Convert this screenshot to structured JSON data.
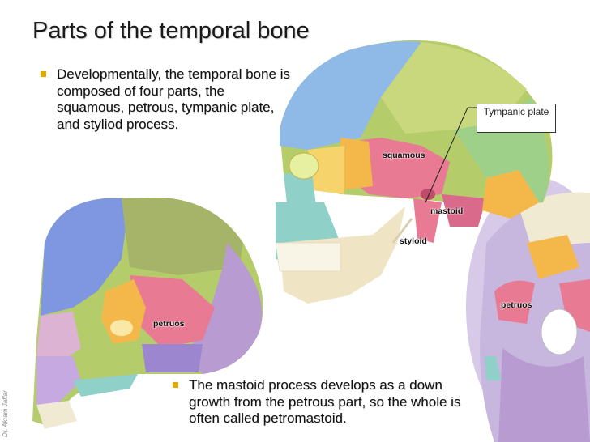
{
  "slide": {
    "title": "Parts of the temporal bone",
    "bullets": [
      "Developmentally, the temporal bone is composed of four parts, the squamous, petrous, tympanic plate, and styliod process.",
      "The mastoid process develops as a down growth from the petrous part, so the whole is often called petromastoid."
    ],
    "callout": "Tympanic plate",
    "credit": "Dr. Akram Jaffar"
  },
  "labels": {
    "squamous": "squamous",
    "mastoid": "mastoid",
    "styloid": "styloid",
    "petrous_left": "petruos",
    "petrous_right": "petruos"
  },
  "colors": {
    "bullet": "#e0a800",
    "frontal_blue": "#8fb9e6",
    "parietal_green": "#b5cc6a",
    "temporal_pink": "#e87a93",
    "sphenoid_orange": "#f4b84a",
    "occipital_purple": "#b79bd1",
    "mandible_cream": "#efe4c4",
    "maxilla_teal": "#8fd0c8"
  },
  "icons": [
    "bullet-square-icon"
  ]
}
